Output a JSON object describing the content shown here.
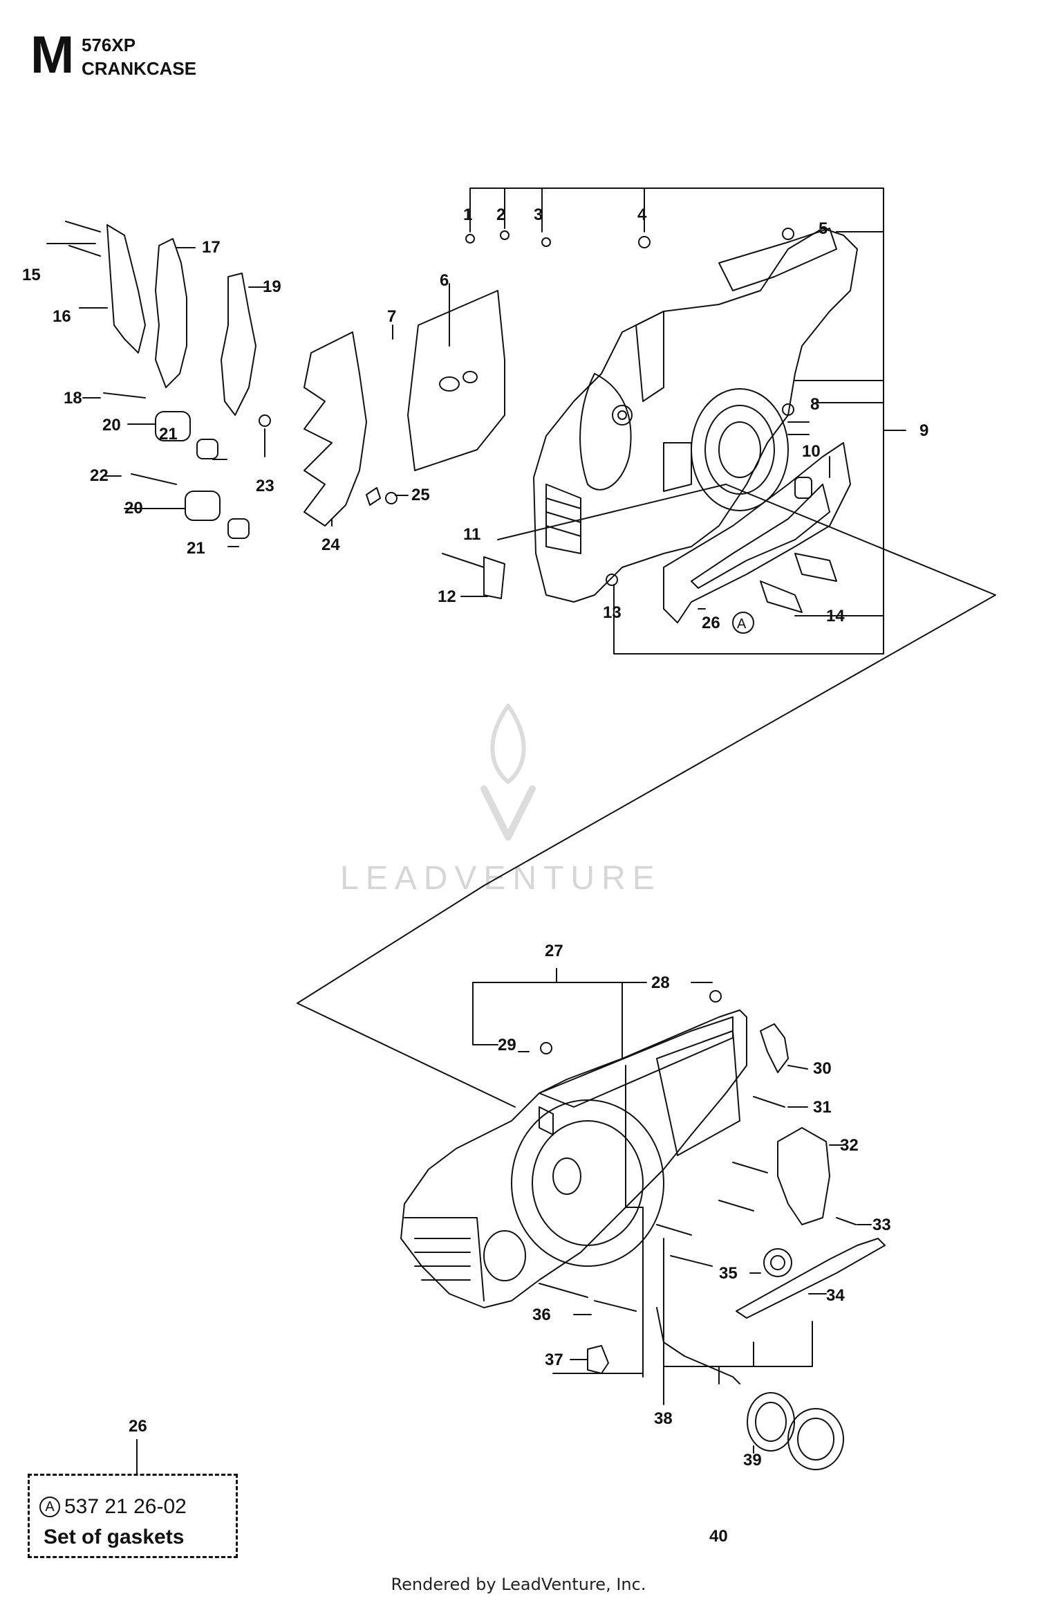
{
  "header": {
    "section": "M",
    "model": "576XP",
    "title": "CRANKCASE"
  },
  "callouts": {
    "c1": "1",
    "c2": "2",
    "c3": "3",
    "c4": "4",
    "c5": "5",
    "c6": "6",
    "c7": "7",
    "c8": "8",
    "c9": "9",
    "c10": "10",
    "c11": "11",
    "c12": "12",
    "c13": "13",
    "c14": "14",
    "c15": "15",
    "c16": "16",
    "c17": "17",
    "c18": "18",
    "c19": "19",
    "c20a": "20",
    "c20b": "20",
    "c21a": "21",
    "c21b": "21",
    "c22": "22",
    "c23": "23",
    "c24": "24",
    "c25": "25",
    "c26": "26",
    "c26ref": "A",
    "c27": "27",
    "c28": "28",
    "c29": "29",
    "c30": "30",
    "c31": "31",
    "c32": "32",
    "c33": "33",
    "c34": "34",
    "c35": "35",
    "c36": "36",
    "c37": "37",
    "c38": "38",
    "c39": "39",
    "c40": "40"
  },
  "legend": {
    "ref_number": "26",
    "symbol": "A",
    "part_number": "537 21 26-02",
    "description": "Set of gaskets"
  },
  "watermark": {
    "text": "LEADVENTURE"
  },
  "footer": {
    "text": "Rendered by LeadVenture, Inc."
  }
}
